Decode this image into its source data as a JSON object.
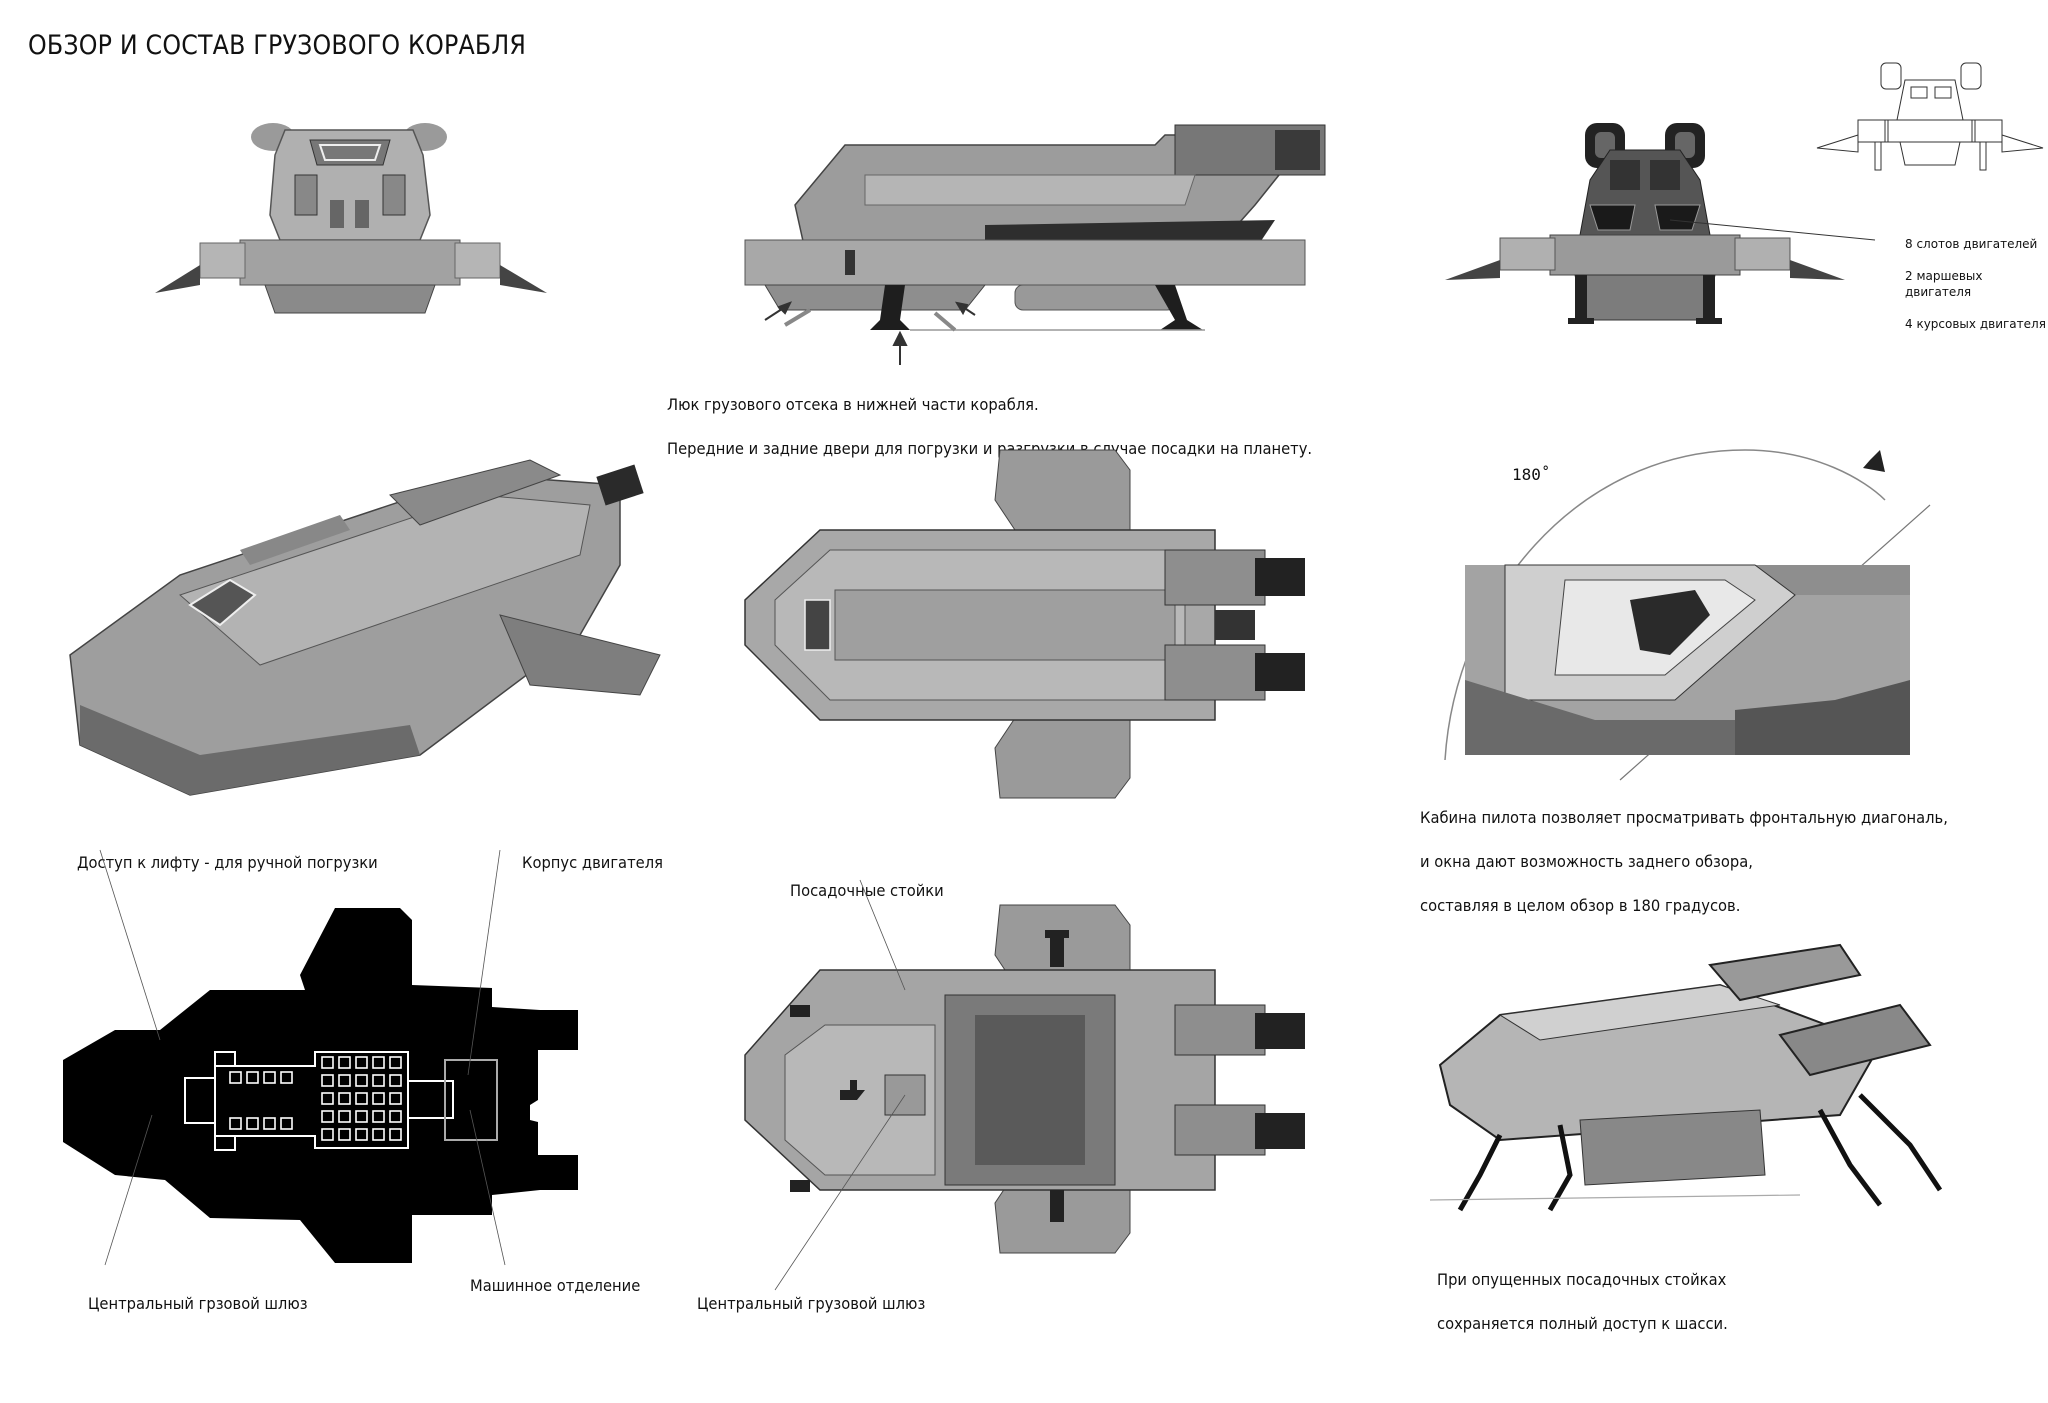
{
  "sheet": {
    "title": "ОБЗОР И СОСТАВ ГРУЗОВОГО КОРАБЛЯ"
  },
  "views": {
    "front": {
      "label": "front-view"
    },
    "side": {
      "caption_lines": [
        "Люк грузового отсека в нижней части корабля.",
        "Передние и задние двери для погрузки и разгрузки в случае посадки на планету."
      ]
    },
    "rear": {
      "engine_notes": [
        "8 слотов двигателей",
        "2 маршевых двигателя",
        "4 курсовых двигателя"
      ]
    },
    "cockpit": {
      "angle_label": "180˚",
      "caption_lines": [
        "Кабина пилота позволяет просматривать фронтальную диагональ,",
        "и окна дают возможность заднего обзора,",
        "составляя в целом обзор в 180 градусов."
      ]
    },
    "plan": {
      "labels": {
        "lift_access": "Доступ к лифту - для ручной погрузки",
        "engine_housing": "Корпус двигателя",
        "central_airlock": "Центральный грзовой шлюз",
        "engine_room": "Машинное отделение"
      },
      "cargo_grid": {
        "rows": 5,
        "cols": 5
      },
      "side_crates": 4
    },
    "bottom": {
      "labels": {
        "landing_struts": "Посадочные стойки",
        "central_airlock": "Центральный грузовой шлюз"
      }
    },
    "landed": {
      "caption_lines": [
        "При опущенных посадочных стойках",
        "сохраняется полный доступ к шасси."
      ]
    }
  },
  "palette": {
    "hull_light": "#a9a9a9",
    "hull_mid": "#8a8a8a",
    "hull_dark": "#555555",
    "engine": "#2a2a2a",
    "ink": "#111111"
  }
}
